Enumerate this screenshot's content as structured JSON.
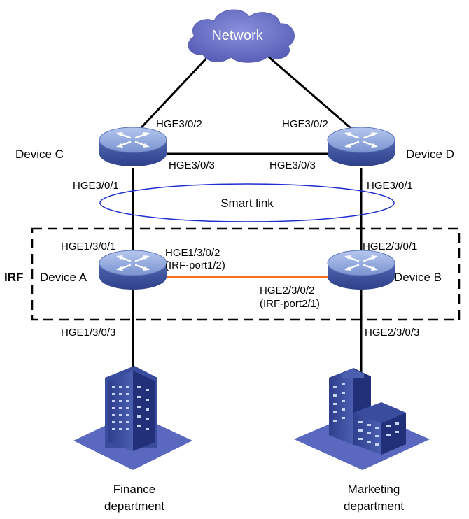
{
  "cloud": {
    "label": "Network"
  },
  "devices": {
    "c": {
      "name": "Device C"
    },
    "d": {
      "name": "Device D"
    },
    "a": {
      "name": "Device A"
    },
    "b": {
      "name": "Device B"
    }
  },
  "irf": {
    "label": "IRF"
  },
  "smart_link": {
    "label": "Smart link"
  },
  "ports": {
    "c_up": "HGE3/0/2",
    "d_up": "HGE3/0/2",
    "c_right": "HGE3/0/3",
    "d_left": "HGE3/0/3",
    "c_down": "HGE3/0/1",
    "d_down": "HGE3/0/1",
    "a_up": "HGE1/3/0/1",
    "b_up": "HGE2/3/0/1",
    "a_right": "HGE1/3/0/2",
    "a_right_irf": "(IRF-port1/2)",
    "b_left": "HGE2/3/0/2",
    "b_left_irf": "(IRF-port2/1)",
    "a_down": "HGE1/3/0/3",
    "b_down": "HGE2/3/0/3"
  },
  "departments": {
    "finance": {
      "line1": "Finance",
      "line2": "department"
    },
    "marketing": {
      "line1": "Marketing",
      "line2": "department"
    }
  },
  "colors": {
    "device_blue": "#4a5fa8",
    "device_top": "#8fa6dd",
    "cloud": "#6d74c9",
    "irf_link": "#f07020",
    "smart_ring": "#1f2fcf"
  }
}
